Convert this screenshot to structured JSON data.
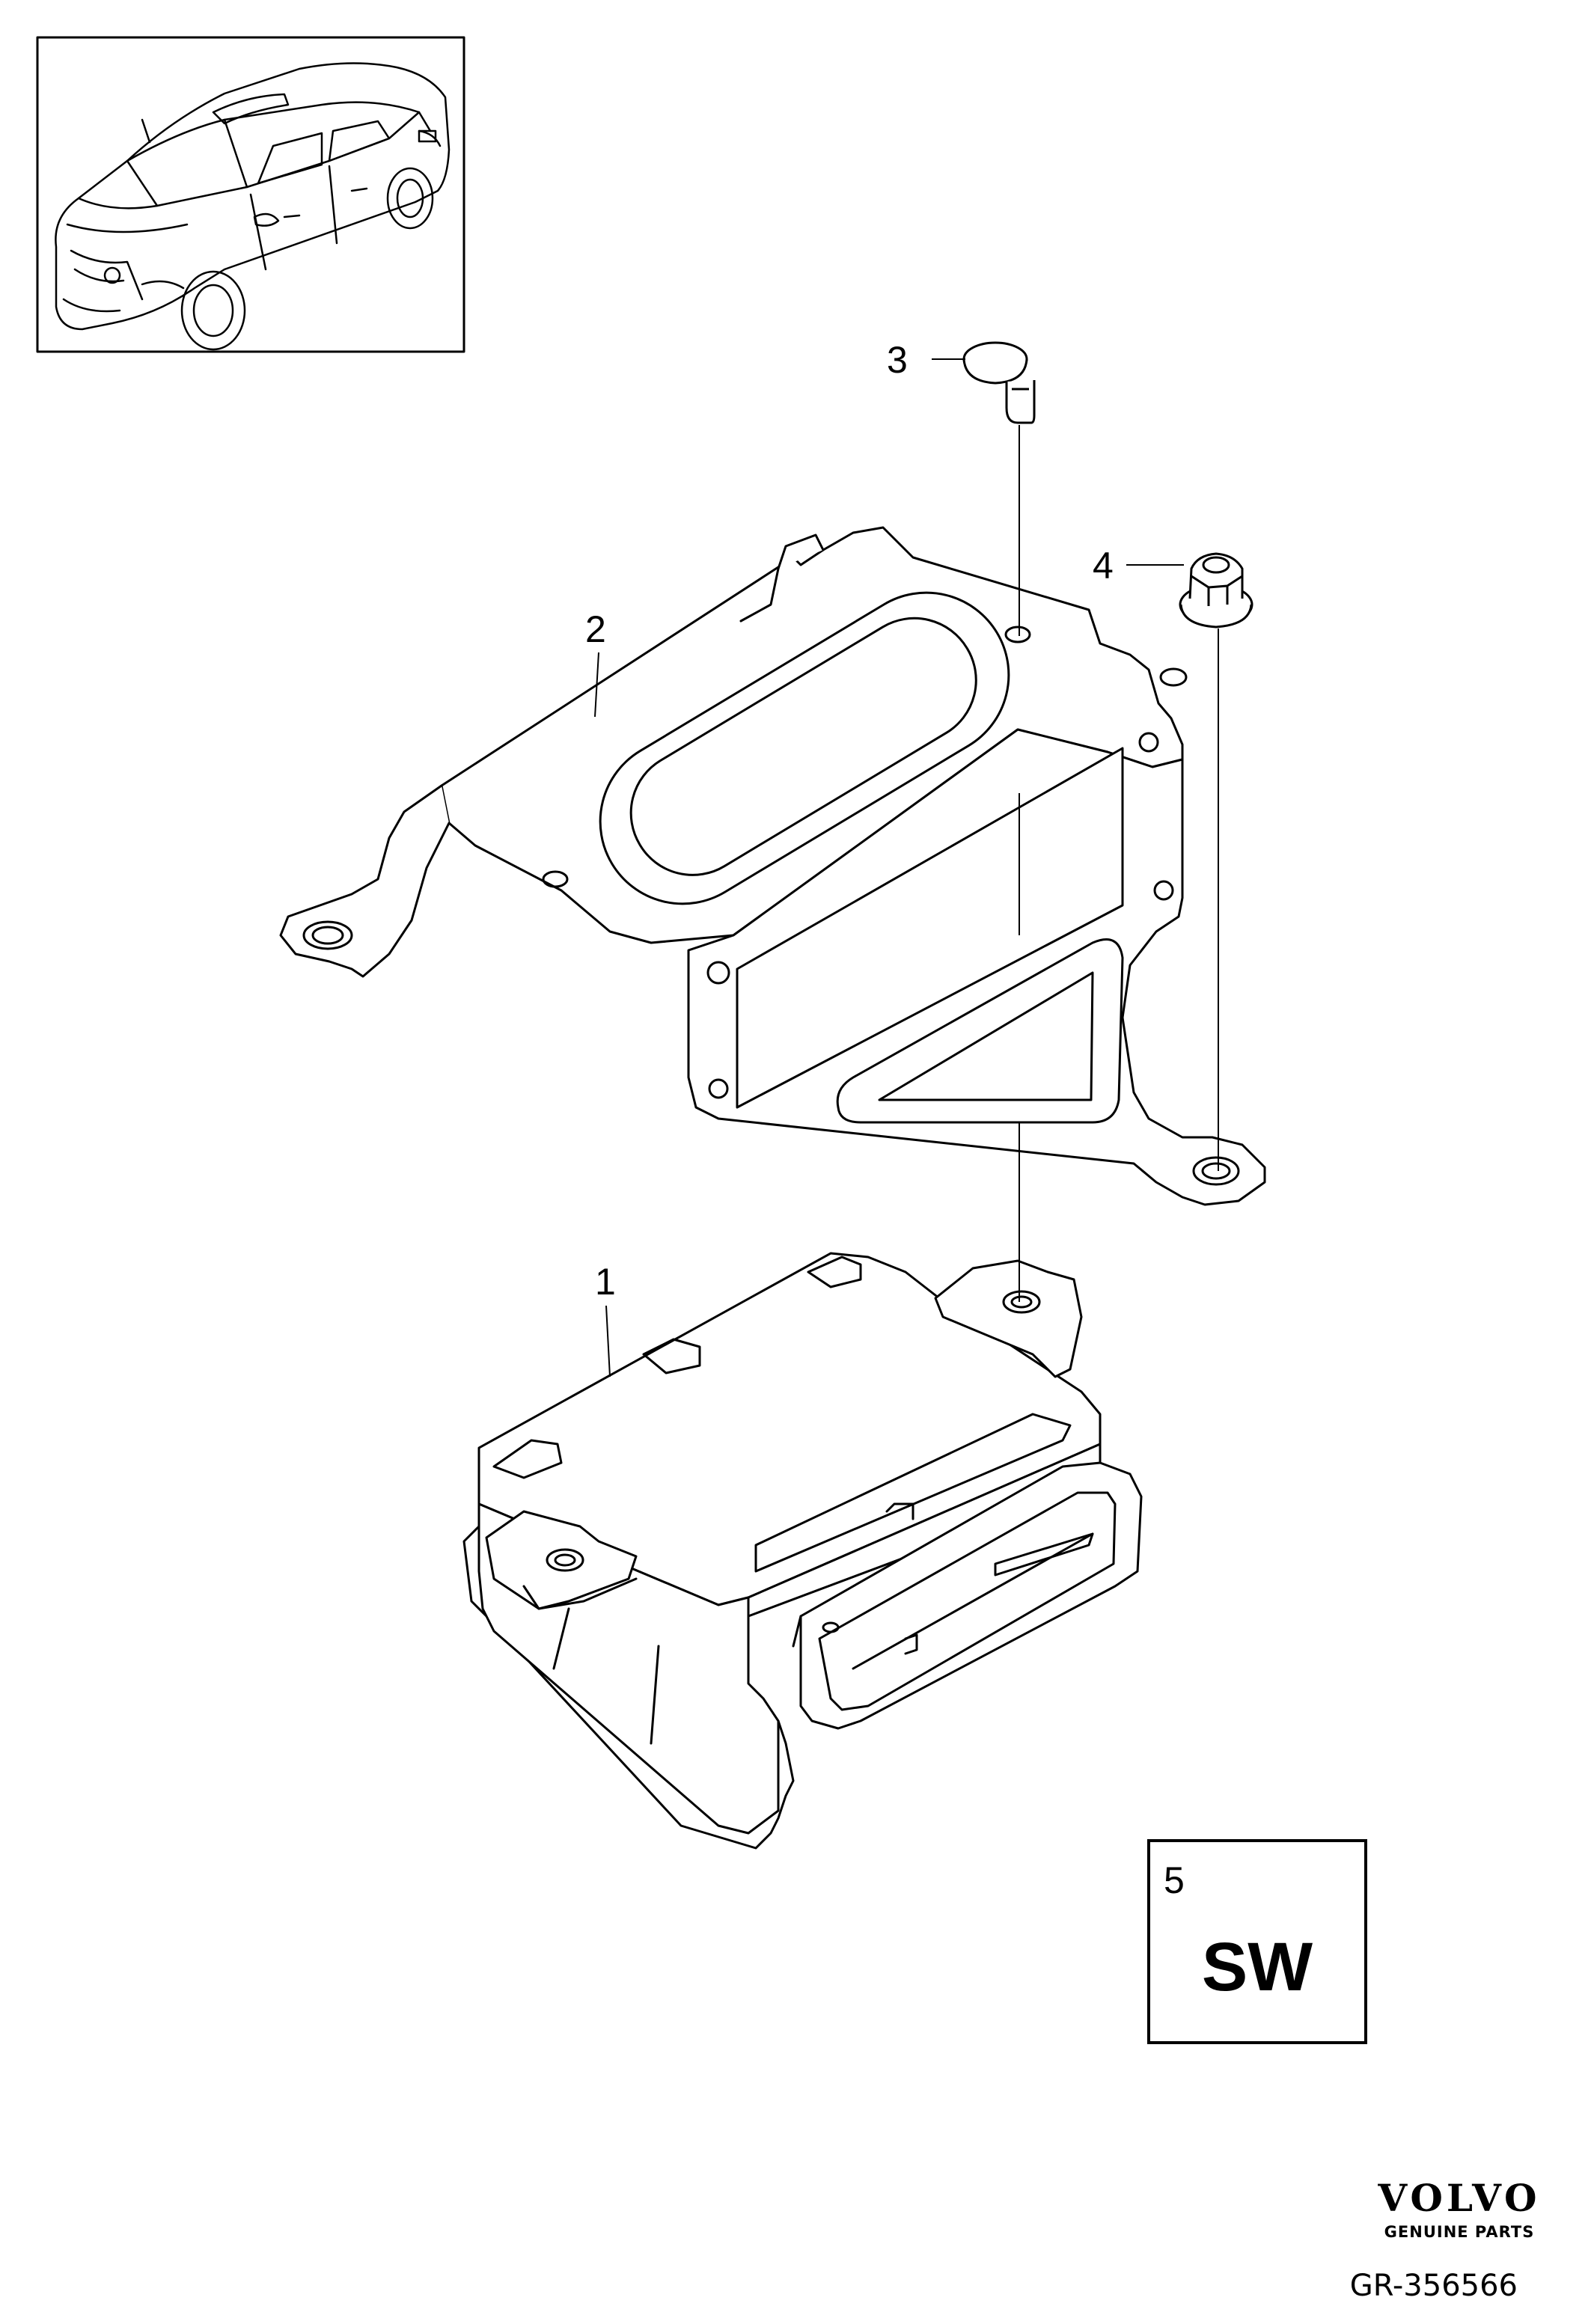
{
  "callouts": [
    {
      "id": "1",
      "label": "1"
    },
    {
      "id": "2",
      "label": "2"
    },
    {
      "id": "3",
      "label": "3"
    },
    {
      "id": "4",
      "label": "4"
    }
  ],
  "software_box": {
    "number": "5",
    "code": "SW"
  },
  "brand": {
    "name": "VOLVO",
    "tagline": "GENUINE PARTS"
  },
  "diagram_code": "GR-356566"
}
